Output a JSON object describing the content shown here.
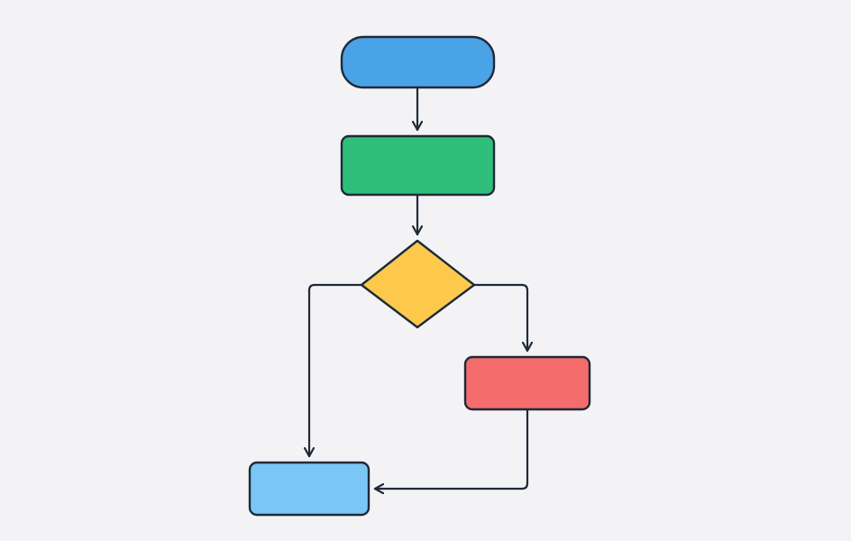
{
  "diagram": {
    "background": "#f3f3f6",
    "stroke_color": "#1f2a37",
    "nodes": [
      {
        "id": "start",
        "shape": "rounded-pill",
        "label": "",
        "color": "#4aa3e6"
      },
      {
        "id": "process",
        "shape": "rounded-rect",
        "label": "",
        "color": "#2fbf7a"
      },
      {
        "id": "decision",
        "shape": "diamond",
        "label": "",
        "color": "#fcc94d"
      },
      {
        "id": "branch-right",
        "shape": "rounded-rect",
        "label": "",
        "color": "#f56c6c"
      },
      {
        "id": "end",
        "shape": "rounded-rect",
        "label": "",
        "color": "#7ac6f5"
      }
    ],
    "edges": [
      {
        "from": "start",
        "to": "process"
      },
      {
        "from": "process",
        "to": "decision"
      },
      {
        "from": "decision",
        "to": "branch-right"
      },
      {
        "from": "decision",
        "to": "end"
      },
      {
        "from": "branch-right",
        "to": "end"
      }
    ]
  }
}
